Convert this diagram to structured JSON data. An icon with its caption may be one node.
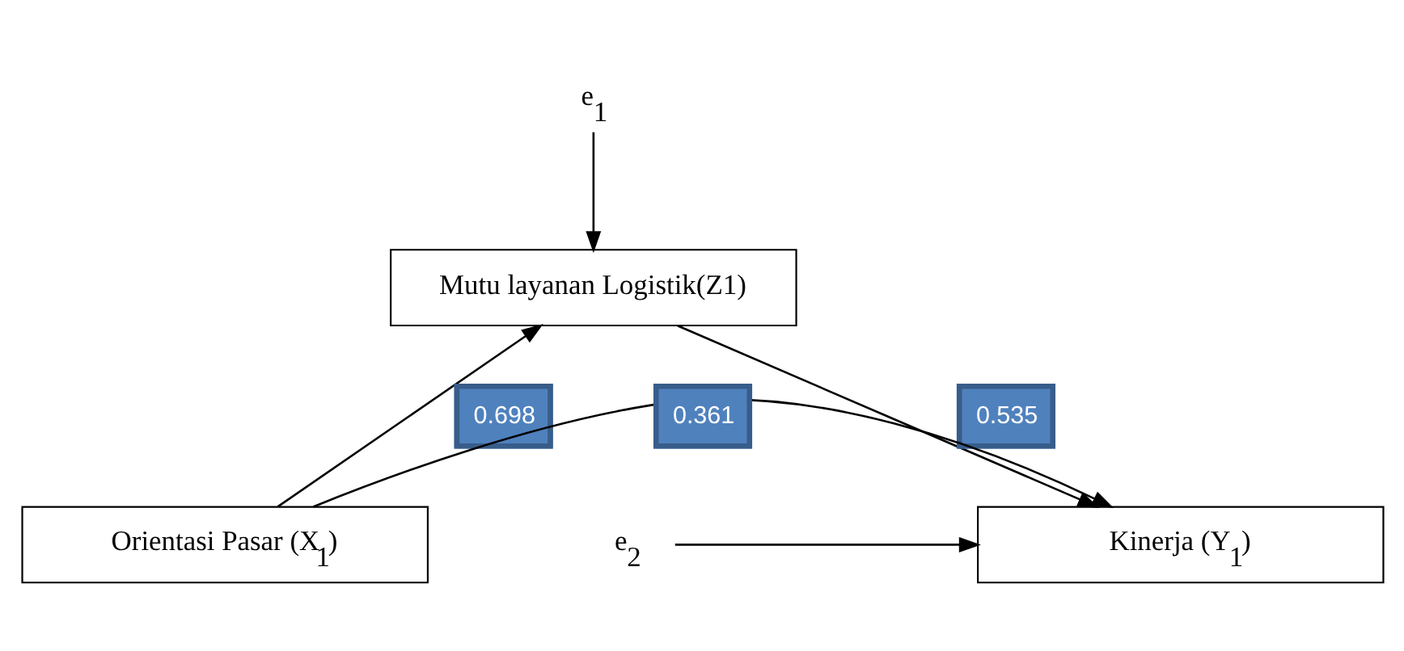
{
  "diagram": {
    "nodes": [
      {
        "text": [
          "e$_{1}$"
        ]
      },
      {
        "text": [
          "Mutu layanan Logistik(Z1)"
        ]
      },
      {
        "text": [
          "Orientasi Pasar (X$_{1}$)"
        ]
      },
      {
        "text": [
          "Kinerja (Y$_{1}$)"
        ]
      },
      {
        "text": [
          "e$_{2}$"
        ]
      }
    ],
    "edges": [
      {
        "from": 0,
        "to": 1,
        "arrow": "to"
      },
      {
        "from": 2,
        "to": 1,
        "arrow": "to",
        "label": "0.698"
      },
      {
        "from": 1,
        "to": 3,
        "arrow": "to",
        "label": "0.535"
      },
      {
        "from": 2,
        "to": 3,
        "arrow": "to",
        "label": "0.361"
      },
      {
        "from": 4,
        "to": 3,
        "arrow": "to"
      }
    ]
  }
}
